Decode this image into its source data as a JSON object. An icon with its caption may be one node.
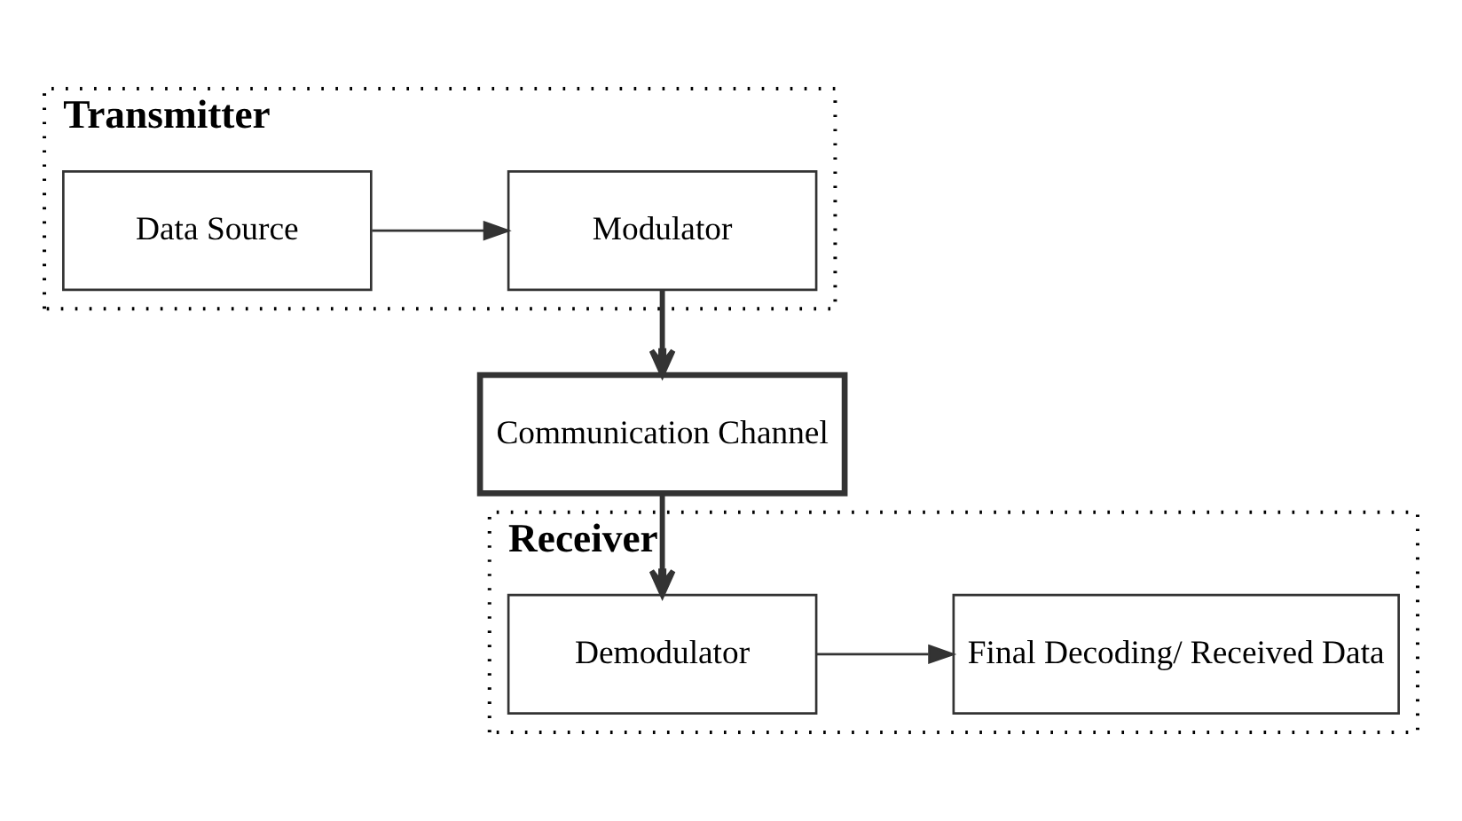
{
  "diagram": {
    "nodes": [
      {
        "text": [
          "Transmitter"
        ]
      },
      {
        "text": [
          "Data Source"
        ],
        "in": 0
      },
      {
        "text": [
          "Modulator"
        ],
        "in": 0
      },
      {
        "text": [
          "Communication Channel"
        ]
      },
      {
        "text": [
          "Receiver"
        ]
      },
      {
        "text": [
          "Final Decoding/ Received Data"
        ],
        "in": 4
      },
      {
        "text": [
          "Demodulator"
        ],
        "in": 4
      }
    ],
    "edges": [
      {
        "from": 1,
        "to": 2,
        "arrow": "to"
      },
      {
        "from": 2,
        "to": 3,
        "arrow": "to",
        "style": "thick"
      },
      {
        "from": 3,
        "to": 6,
        "arrow": "to",
        "style": "thick"
      },
      {
        "from": 6,
        "to": 5,
        "arrow": "to"
      }
    ]
  }
}
